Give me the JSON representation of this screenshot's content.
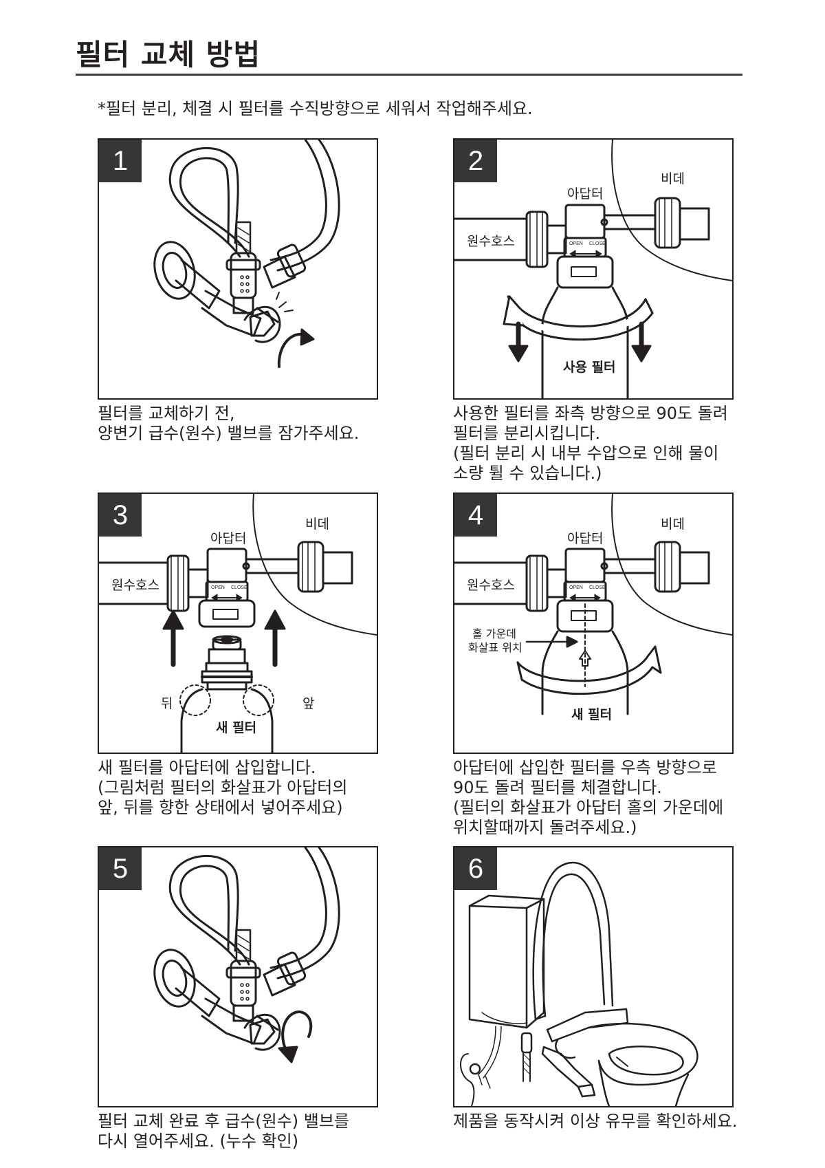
{
  "title": "필터 교체 방법",
  "note": "*필터 분리, 체결 시 필터를 수직방향으로 세워서 작업해주세요.",
  "steps": [
    {
      "number": "1",
      "caption": [
        "필터를 교체하기 전,",
        "양변기 급수(원수) 밸브를 잠가주세요."
      ]
    },
    {
      "number": "2",
      "labels": {
        "adapter": "아답터",
        "bidet": "비데",
        "hose": "원수호스",
        "filter": "사용 필터",
        "open": "OPEN",
        "close": "CLOSE"
      },
      "caption": [
        "사용한 필터를 좌측 방향으로 90도 돌려",
        "필터를 분리시킵니다.",
        "(필터 분리 시 내부 수압으로 인해 물이",
        " 소량 튈 수 있습니다.)"
      ]
    },
    {
      "number": "3",
      "labels": {
        "adapter": "아답터",
        "bidet": "비데",
        "hose": "원수호스",
        "filter": "새 필터",
        "back": "뒤",
        "front": "앞",
        "open": "OPEN",
        "close": "CLOSE"
      },
      "caption": [
        "새 필터를 아답터에 삽입합니다.",
        "(그림처럼 필터의 화살표가 아답터의",
        "앞, 뒤를 향한 상태에서 넣어주세요)"
      ]
    },
    {
      "number": "4",
      "labels": {
        "adapter": "아답터",
        "bidet": "비데",
        "hose": "원수호스",
        "filter": "새 필터",
        "hole_line1": "홀 가운데",
        "hole_line2": "화살표 위치",
        "open": "OPEN",
        "close": "CLOSE"
      },
      "caption": [
        "아답터에 삽입한 필터를 우측 방향으로",
        "90도 돌려 필터를 체결합니다.",
        "(필터의 화살표가 아답터 홀의 가운데에",
        "위치할때까지 돌려주세요.)"
      ]
    },
    {
      "number": "5",
      "caption": [
        "필터 교체 완료 후 급수(원수) 밸브를",
        "다시 열어주세요. (누수 확인)"
      ]
    },
    {
      "number": "6",
      "caption": [
        "제품을 동작시켜 이상 유무를 확인하세요."
      ]
    }
  ]
}
